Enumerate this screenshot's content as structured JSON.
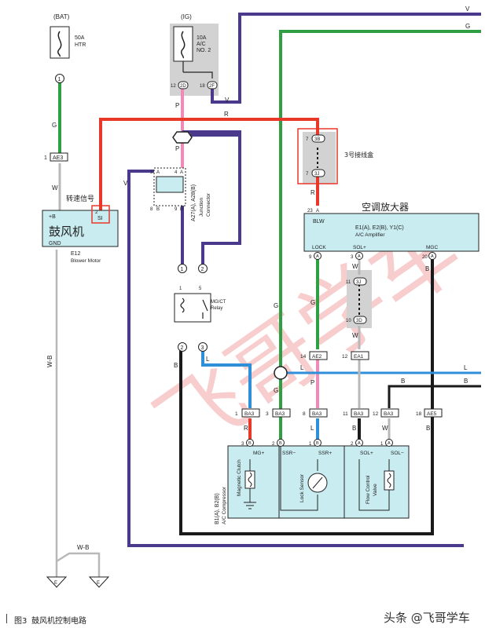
{
  "wire_colors": {
    "red": "#e8382a",
    "green": "#2ea043",
    "violet": "#4b3a8c",
    "pink": "#f08ab8",
    "blue": "#2f8fd8",
    "black": "#1a1a1a",
    "white": "#b8b8b8",
    "grey_box": "#d2d2d2",
    "module": "#c9ecf1",
    "watermark": "#f3b3b3"
  },
  "fuses": {
    "bat": {
      "src": "(BAT)",
      "amp": "50A",
      "name": "HTR",
      "pin": "1"
    },
    "ig": {
      "src": "(IG)",
      "amp": "10A",
      "name1": "A/C",
      "name2": "NO. 2",
      "pin_l_num": "12",
      "pin_l": "2D",
      "pin_r_num": "18",
      "pin_r": "2F"
    }
  },
  "wire_letters": {
    "v_top": "V",
    "g_top": "G",
    "v_ig": "V",
    "r_top": "R",
    "p_ig": "P",
    "p_jc": "P",
    "w_top": "W",
    "g_left": "G",
    "v_left": "V",
    "r_jb": "R",
    "w_sol": "W",
    "w_sol2": "W",
    "g_lock": "G",
    "g_mid": "G",
    "b_mgc": "B",
    "p_mid": "P",
    "b_relay": "B",
    "l_relay": "L",
    "l_right": "L",
    "b_right": "B",
    "wb_left": "W-B",
    "r_ba3": "R",
    "g_ba3": "G",
    "l_ba3": "L",
    "b_ba3": "B",
    "w_ba3": "W",
    "wb_ground": "W-B"
  },
  "connectors": {
    "ae3_num": "1",
    "ae3": "AE3",
    "ae2_num": "14",
    "ae2": "AE2",
    "ea1_num": "12",
    "ea1": "EA1",
    "ae5_num": "18",
    "ae5": "AE5"
  },
  "junction_box": {
    "title": "3号接线盒",
    "top_num": "7",
    "top": "3B",
    "bottom_num": "7",
    "bottom": "3J"
  },
  "blower": {
    "signal_cn": "转速信号",
    "title_cn": "鼓风机",
    "b_plus": "+B",
    "gnd": "GND",
    "si": "SI",
    "si_pin": "2",
    "code": "E12",
    "name": "Blower Motor"
  },
  "junction_connector": {
    "code": "A27(A), A28(B)",
    "name1": "Junction",
    "name2": "Connector",
    "p3": "3",
    "p3c": "A",
    "p4": "4",
    "p4c": "A",
    "p8": "8",
    "p8c": "B",
    "p9": "9",
    "p9c": "B"
  },
  "relay": {
    "name1": "MG/CT",
    "name2": "Relay",
    "p1": "1",
    "p2": "2",
    "p3": "3",
    "p5": "5"
  },
  "amplifier": {
    "title_cn": "空调放大器",
    "code": "E1(A), E2(B), Y1(C)",
    "name": "A/C Amplifier",
    "blw": "BLW",
    "blw_num": "23",
    "blw_c": "A",
    "lock": "LOCK",
    "lock_num": "9",
    "lock_c": "A",
    "sol": "SOL+",
    "sol_num": "3",
    "sol_c": "A",
    "mgc": "MGC",
    "mgc_num": "20",
    "mgc_c": "A"
  },
  "inline_3": {
    "top_num": "11",
    "top": "3J",
    "bottom_num": "10",
    "bottom": "3D"
  },
  "ba_connectors": [
    {
      "num": "1",
      "code": "BA3"
    },
    {
      "num": "3",
      "code": "BA3"
    },
    {
      "num": "8",
      "code": "BA3"
    },
    {
      "num": "11",
      "code": "BA3"
    },
    {
      "num": "12",
      "code": "BA3"
    },
    {
      "num": "18",
      "code": "AE5"
    }
  ],
  "compressor": {
    "code": "B1(A), B2(B)",
    "name": "A/C Compressor",
    "pins": [
      {
        "num": "3",
        "c": "B",
        "label": "MG+"
      },
      {
        "num": "2",
        "c": "B",
        "label": "SSR−"
      },
      {
        "num": "1",
        "c": "B",
        "label": "SSR+"
      },
      {
        "num": "2",
        "c": "A",
        "label": "SOL+"
      },
      {
        "num": "1",
        "c": "A",
        "label": "SOL−"
      }
    ],
    "clutch1": "Magnetic Clutch",
    "lock_sensor": "Lock Sensor",
    "valve1": "Flow Control",
    "valve2": "Valve"
  },
  "grounds": {
    "left": "E",
    "right": "E"
  },
  "watermark": "飞哥学车",
  "footer": {
    "fig": "图3",
    "caption": "鼓风机控制电路",
    "brand": "头条 @飞哥学车"
  }
}
